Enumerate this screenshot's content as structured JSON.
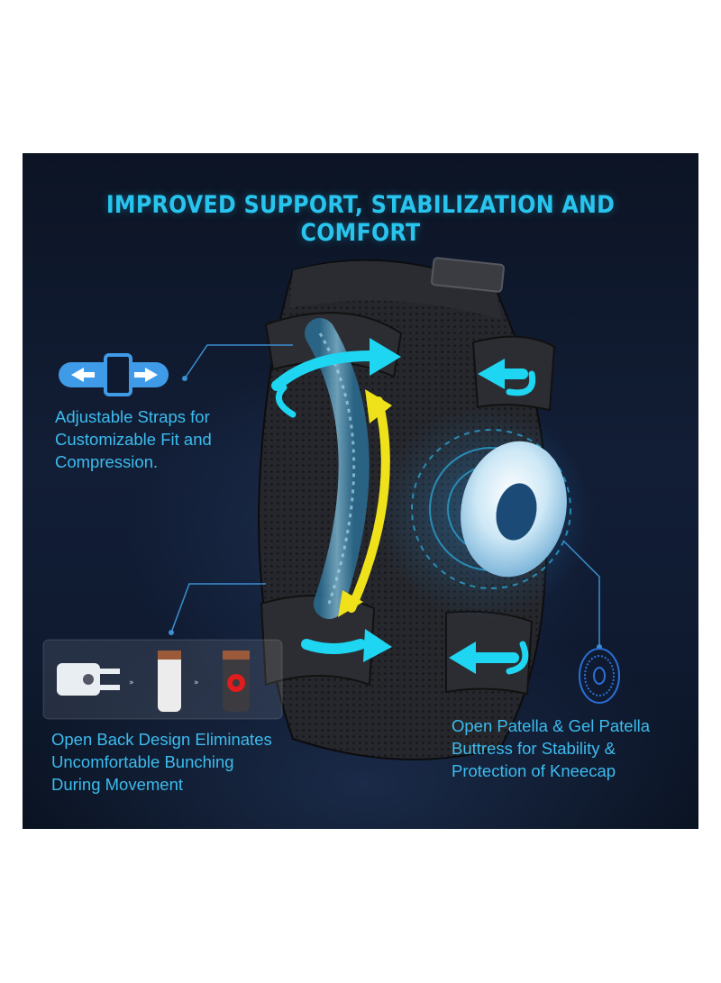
{
  "headline": "IMPROVED SUPPORT, STABILIZATION AND COMFORT",
  "features": [
    {
      "lines": [
        "Adjustable Straps for",
        "Customizable Fit and",
        "Compression."
      ]
    },
    {
      "lines": [
        "Open Back Design Eliminates",
        "Uncomfortable Bunching",
        "During Movement"
      ]
    },
    {
      "lines": [
        "Open Patella & Gel Patella",
        "Buttress for Stability &",
        "Protection of Kneecap"
      ]
    }
  ],
  "colors": {
    "accent": "#28c4ee",
    "caption": "#3cbcef",
    "arrow_cyan": "#1fd6f2",
    "arrow_yellow": "#f0e21a",
    "brace": "#1e1f23",
    "background": "#0f1a30"
  },
  "icons": [
    "strap-adjust-icon",
    "hinge-diagram-icon",
    "patella-pad-icon",
    "compression-arrow-icon",
    "flex-arrow-icon"
  ]
}
